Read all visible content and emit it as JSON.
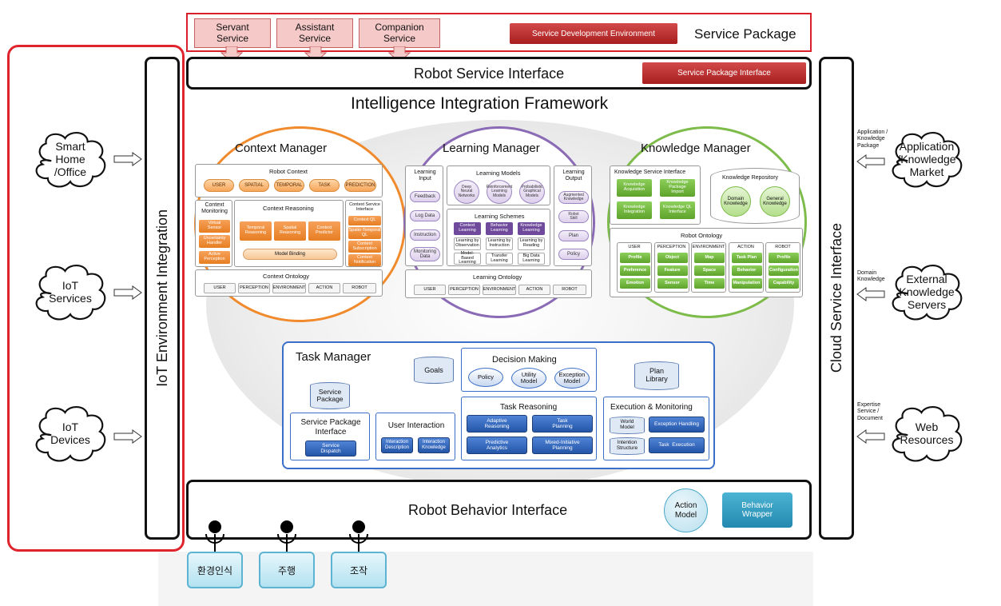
{
  "service_package": {
    "servant": "Servant\nService",
    "assistant": "Assistant\nService",
    "companion": "Companion\nService",
    "dev_env": "Service Development Environment",
    "label": "Service Package"
  },
  "robot_service_interface": {
    "label": "Robot Service Interface",
    "spi": "Service Package Interface"
  },
  "framework_title": "Intelligence Integration Framework",
  "iot_integration": "IoT Environment Integration",
  "cloud_interface": "Cloud Service Interface",
  "left_clouds": [
    "Smart\nHome\n/Office",
    "IoT\nServices",
    "IoT\nDevices"
  ],
  "right_clouds": [
    "Application\n/Knowledge\nMarket",
    "External\nKnowledge\nServers",
    "Web\nResources"
  ],
  "right_small": [
    "Application /\nKnowledge\nPackage",
    "Domain\nKnowledge",
    "Expertise\nService /\nDocument"
  ],
  "context_manager": {
    "title": "Context Manager",
    "robot_context": "Robot Context",
    "rc_items": [
      "USER",
      "SPATIAL",
      "TEMPORAL",
      "TASK",
      "PREDICTION"
    ],
    "monitoring": "Context\nMonitoring",
    "mon_items": [
      "Virtual\nSensor",
      "Uncertainty\nHandler",
      "Active\nPerception"
    ],
    "reasoning": "Context Reasoning",
    "reason_items": [
      "Temporal\nReasoning",
      "Spatial\nReasoning",
      "Context\nPredictor"
    ],
    "model_binding": "Model Binding",
    "csi": "Context Service\nInterface",
    "csi_items": [
      "Context QL",
      "Spatio-Temporal\nQL",
      "Context\nSubscription",
      "Context\nNotification"
    ],
    "ontology": "Context Ontology",
    "onto_items": [
      "USER",
      "PERCEPTION",
      "ENVIRONMENT",
      "ACTION",
      "ROBOT"
    ]
  },
  "learning_manager": {
    "title": "Learning Manager",
    "input": "Learning\nInput",
    "input_items": [
      "Feedback",
      "Log Data",
      "Instruction",
      "Monitoring\nData"
    ],
    "models": "Learning Models",
    "model_items": [
      "Deep\nNeural\nNetworks",
      "Reinforcement\nLearning\nModels",
      "Probabilistic\nGraphical\nModels"
    ],
    "schemes": "Learning Schemes",
    "scheme_top": [
      "Context\nLearning",
      "Behavior\nLearning",
      "Knowledge\nLearning"
    ],
    "scheme_mid": [
      "Learning by\nObservation",
      "Learning by\nInstruction",
      "Learning by\nReading"
    ],
    "scheme_bot": [
      "Model-Based\nLearning",
      "Transfer\nLearning",
      "Big Data\nLearning"
    ],
    "output": "Learning\nOutput",
    "output_items": [
      "Augmented\nKnowledge",
      "Robot\nSkill",
      "Plan",
      "Policy"
    ],
    "ontology": "Learning Ontology",
    "onto_items": [
      "USER",
      "PERCEPTION",
      "ENVIRONMENT",
      "ACTION",
      "ROBOT"
    ]
  },
  "knowledge_manager": {
    "title": "Knowledge Manager",
    "ksi": "Knowledge Service Interface",
    "ksi_items": [
      "Knowledge\nAcquisition",
      "Knowledge\nPackage\nImport",
      "Knowledge\nIntegration",
      "Knowledge QL\nInterface"
    ],
    "repo": "Knowledge Repository",
    "repo_items": [
      "Domain\nKnowledge",
      "General\nKnowledge"
    ],
    "ontology": "Robot Ontology",
    "columns": [
      {
        "head": "USER",
        "items": [
          "Profile",
          "Preference",
          "Emotion"
        ]
      },
      {
        "head": "PERCEPTION",
        "items": [
          "Object",
          "Feature",
          "Sensor"
        ]
      },
      {
        "head": "ENVIRONMENT",
        "items": [
          "Map",
          "Space",
          "Time"
        ]
      },
      {
        "head": "ACTION",
        "items": [
          "Task Plan",
          "Behavior",
          "Manipulation"
        ]
      },
      {
        "head": "ROBOT",
        "items": [
          "Profile",
          "Configuration",
          "Capability"
        ]
      }
    ]
  },
  "task_manager": {
    "title": "Task Manager",
    "goals": "Goals",
    "service_package": "Service\nPackage",
    "decision": "Decision Making",
    "decision_items": [
      "Policy",
      "Utility\nModel",
      "Exception\nModel"
    ],
    "plan_library": "Plan\nLibrary",
    "spi": "Service Package\nInterface",
    "dispatch": "Service\nDispatch",
    "ui": "User Interaction",
    "ui_items": [
      "Interaction\nDescription",
      "Interaction\nKnowledge"
    ],
    "reasoning": "Task Reasoning",
    "reason_items": [
      "Adaptive\nReasoning",
      "Task\nPlanning",
      "Predictive\nAnalytics",
      "Mixed-Initiative\nPlanning"
    ],
    "exec": "Execution & Monitoring",
    "exec_items": [
      "World\nModel",
      "Exception Handling",
      "Intention\nStructure",
      "Task  Execution"
    ]
  },
  "robot_behavior_interface": {
    "label": "Robot Behavior Interface",
    "action_model": "Action\nModel",
    "behavior_wrapper": "Behavior\nWrapper"
  },
  "bottom_buttons": [
    "환경인식",
    "주행",
    "조작"
  ],
  "colors": {
    "red": "#d9202a",
    "orange": "#f08a2c",
    "purple": "#8b6bb5",
    "green": "#7dbb4a",
    "blue": "#3b6fc7"
  }
}
